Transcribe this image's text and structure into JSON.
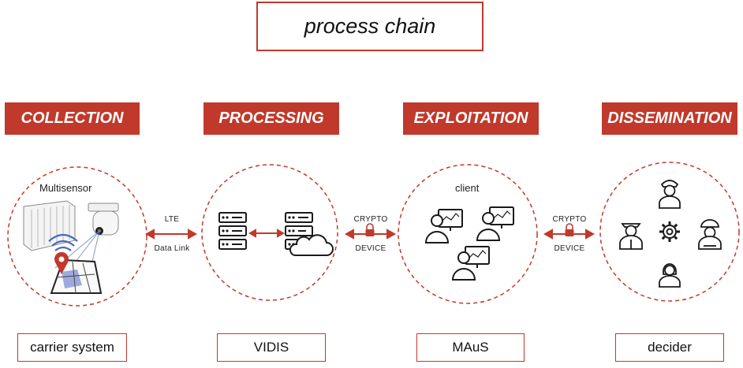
{
  "title": "process chain",
  "stages": [
    {
      "header": "COLLECTION",
      "system": "carrier system",
      "circle_label": "Multisensor"
    },
    {
      "header": "PROCESSING",
      "system": "VIDIS"
    },
    {
      "header": "EXPLOITATION",
      "system": "MAuS",
      "circle_label": "client"
    },
    {
      "header": "DISSEMINATION",
      "system": "decider"
    }
  ],
  "links": [
    {
      "top": "LTE",
      "bottom": "Data Link"
    },
    {
      "top": "CRYPTO",
      "bottom": "DEVICE"
    },
    {
      "top": "CRYPTO",
      "bottom": "DEVICE"
    }
  ],
  "colors": {
    "accent": "#c0392b",
    "icon": "#1a1a1a"
  }
}
